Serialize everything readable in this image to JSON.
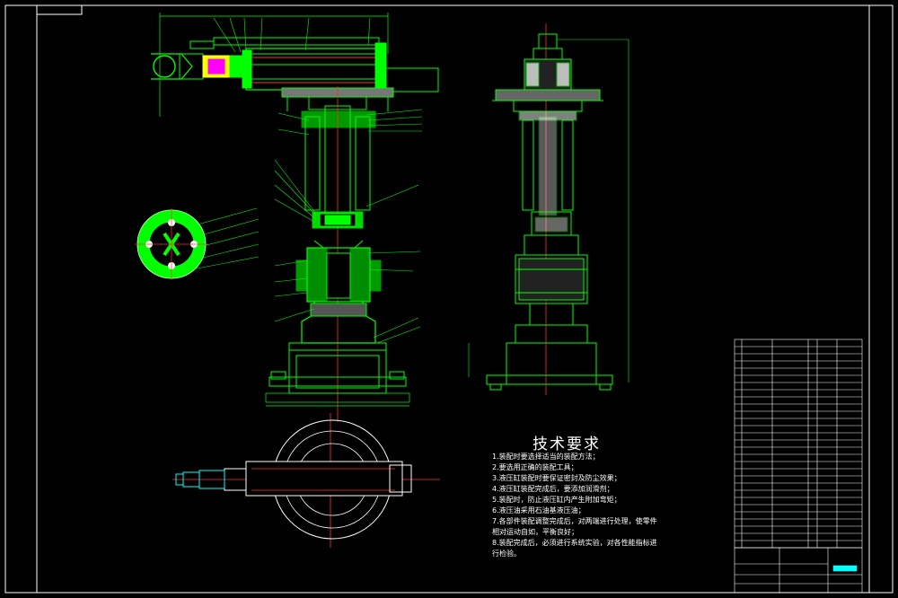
{
  "notes": {
    "title": "技术要求",
    "items": [
      "1.装配时要选择适当的装配方法；",
      "2.要选用正确的装配工具；",
      "3.液压缸装配时要保证密封及防尘效果；",
      "4.液压缸装配完成后，要添加润滑剂；",
      "5.装配时，防止液压缸内产生附加弯矩；",
      "6.液压油采用石油基液压油；",
      "7.各部件装配调整完成后，对两端进行处理，使零件相对运动自如，平衡良好；",
      "8.装配完成后，必须进行系统实验，对各性能指标进行检验。"
    ]
  },
  "colors": {
    "background": "#000000",
    "frame": "#ffffff",
    "part": "#00ff00",
    "centerline": "#ff3030",
    "dimension": "#00ff00",
    "accent": "#00ffff"
  }
}
